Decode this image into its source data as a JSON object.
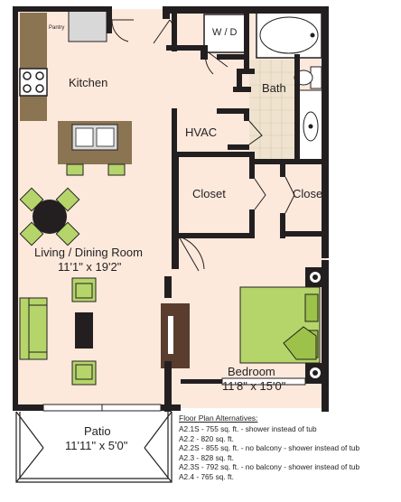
{
  "rooms": {
    "pantry": "Pantry",
    "kitchen": "Kitchen",
    "wd": "W / D",
    "bath": "Bath",
    "hvac": "HVAC",
    "closet_left": "Closet",
    "closet_right": "Closet",
    "living": "Living / Dining Room",
    "living_dim": "11'1\" x 19'2\"",
    "bedroom": "Bedroom",
    "bedroom_dim": "11'8\" x 15'0\"",
    "patio": "Patio",
    "patio_dim": "11'11\" x 5'0\""
  },
  "alternatives": {
    "title": "Floor Plan Alternatives:",
    "items": [
      "A2.1S - 755 sq. ft. - shower instead of tub",
      "A2.2 - 820 sq. ft.",
      "A2.2S - 855 sq. ft. - no balcony - shower instead of tub",
      "A2.3 - 828 sq. ft.",
      "A2.3S - 792 sq. ft. - no balcony - shower instead of tub",
      "A2.4 - 765 sq. ft."
    ]
  },
  "colors": {
    "floor": "#fce9dc",
    "wall": "#231f20",
    "furniture": "#b5d56a",
    "counter": "#8a7452",
    "tile": "#efe3cf"
  }
}
